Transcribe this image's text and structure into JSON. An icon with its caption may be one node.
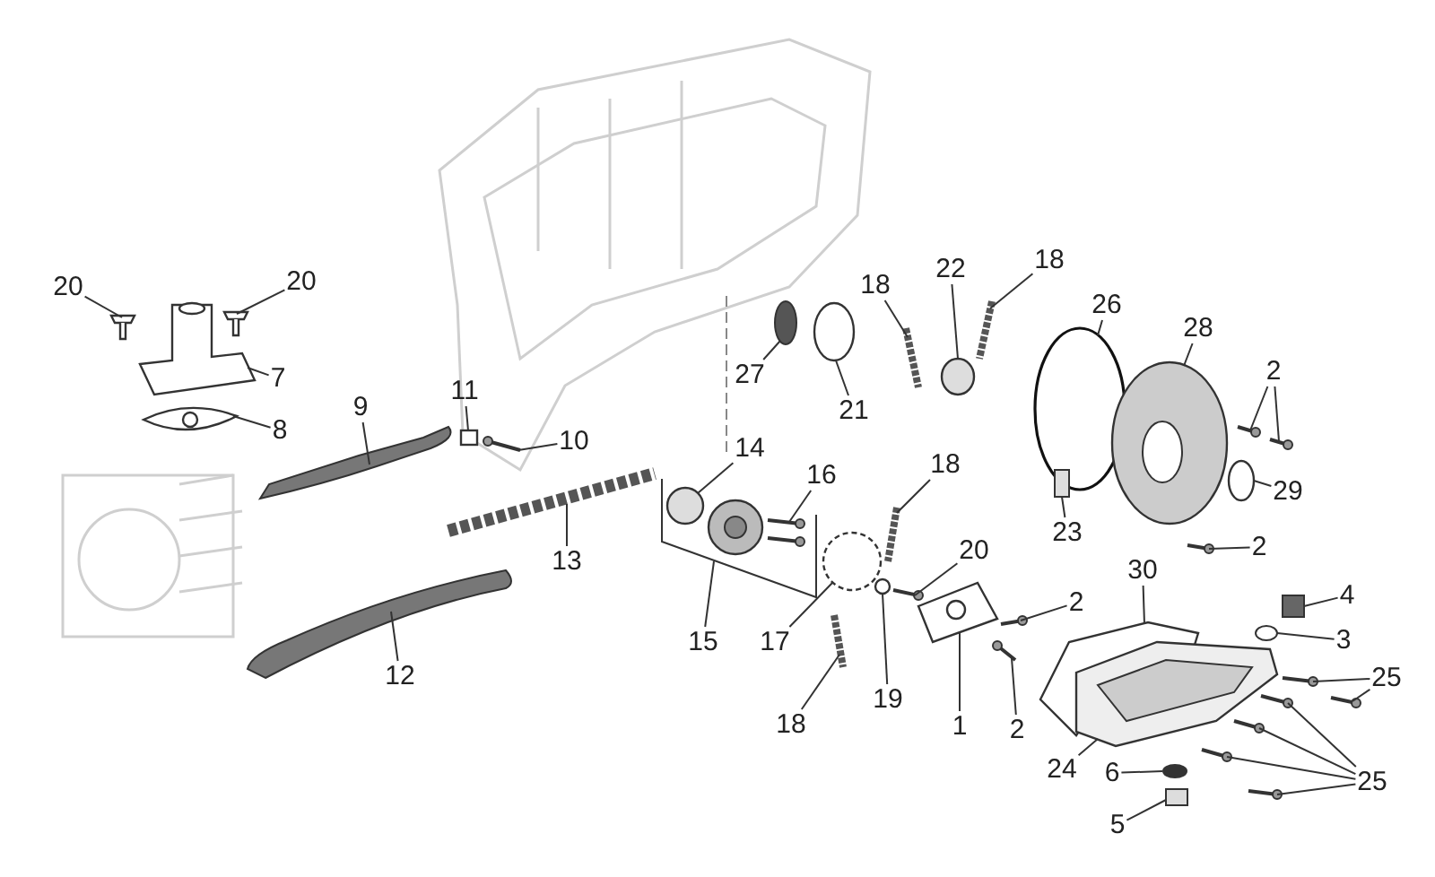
{
  "diagram": {
    "nodes": [
      {
        "text": [
          "20"
        ]
      },
      {
        "text": [
          "20"
        ]
      },
      {
        "text": [
          "7"
        ]
      },
      {
        "text": [
          "8"
        ]
      },
      {
        "text": [
          "9"
        ]
      },
      {
        "text": [
          "11"
        ]
      },
      {
        "text": [
          "10"
        ]
      },
      {
        "text": [
          "13"
        ]
      },
      {
        "text": [
          "12"
        ]
      },
      {
        "text": [
          "14"
        ]
      },
      {
        "text": [
          "16"
        ]
      },
      {
        "text": [
          "15"
        ]
      },
      {
        "text": [
          "17"
        ]
      },
      {
        "text": [
          "18"
        ]
      },
      {
        "text": [
          "18"
        ]
      },
      {
        "text": [
          "22"
        ]
      },
      {
        "text": [
          "18"
        ]
      },
      {
        "text": [
          "27"
        ]
      },
      {
        "text": [
          "21"
        ]
      },
      {
        "text": [
          "18"
        ]
      },
      {
        "text": [
          "20"
        ]
      },
      {
        "text": [
          "19"
        ]
      },
      {
        "text": [
          "1"
        ]
      },
      {
        "text": [
          "2"
        ]
      },
      {
        "text": [
          "2"
        ]
      },
      {
        "text": [
          "2"
        ]
      },
      {
        "text": [
          "26"
        ]
      },
      {
        "text": [
          "28"
        ]
      },
      {
        "text": [
          "29"
        ]
      },
      {
        "text": [
          "23"
        ]
      },
      {
        "text": [
          "2"
        ]
      },
      {
        "text": [
          "30"
        ]
      },
      {
        "text": [
          "4"
        ]
      },
      {
        "text": [
          "3"
        ]
      },
      {
        "text": [
          "25"
        ]
      },
      {
        "text": [
          "25"
        ]
      },
      {
        "text": [
          "24"
        ]
      },
      {
        "text": [
          "6"
        ]
      },
      {
        "text": [
          "5"
        ]
      },
      {
        "text": [],
        "shape": "picture"
      },
      {
        "text": [],
        "shape": "picture"
      },
      {
        "text": [],
        "shape": "picture"
      },
      {
        "text": [],
        "shape": "picture"
      },
      {
        "text": [],
        "shape": "picture"
      },
      {
        "text": [],
        "shape": "box"
      },
      {
        "text": [],
        "shape": "picture"
      },
      {
        "text": [],
        "shape": "picture"
      },
      {
        "text": [],
        "shape": "picture"
      },
      {
        "text": [],
        "shape": "circle",
        "in": 50
      },
      {
        "text": [],
        "shape": "picture",
        "in": 50
      },
      {
        "text": [],
        "shape": "picture"
      },
      {
        "text": [],
        "shape": "circle"
      },
      {
        "text": [],
        "shape": "picture"
      },
      {
        "text": [],
        "shape": "picture"
      },
      {
        "text": [],
        "shape": "circle"
      },
      {
        "text": [],
        "shape": "picture"
      },
      {
        "text": [],
        "shape": "circle"
      },
      {
        "text": [],
        "shape": "circle"
      },
      {
        "text": [],
        "shape": "picture"
      },
      {
        "text": [],
        "shape": "picture"
      },
      {
        "text": [],
        "shape": "circle"
      },
      {
        "text": [],
        "shape": "picture"
      },
      {
        "text": [],
        "shape": "picture"
      },
      {
        "text": [],
        "shape": "picture"
      },
      {
        "text": [],
        "shape": "picture"
      },
      {
        "text": [],
        "shape": "picture"
      },
      {
        "text": [],
        "shape": "circle"
      },
      {
        "text": [],
        "shape": "picture"
      },
      {
        "text": [],
        "shape": "circle"
      },
      {
        "text": [],
        "shape": "box"
      },
      {
        "text": [],
        "shape": "picture"
      },
      {
        "text": [],
        "shape": "picture"
      },
      {
        "text": [],
        "shape": "box"
      },
      {
        "text": [],
        "shape": "circle"
      },
      {
        "text": [],
        "shape": "picture"
      },
      {
        "text": [],
        "shape": "picture"
      },
      {
        "text": [],
        "shape": "picture"
      },
      {
        "text": [],
        "shape": "picture"
      },
      {
        "text": [],
        "shape": "picture"
      },
      {
        "text": [],
        "shape": "picture"
      },
      {
        "text": [],
        "shape": "picture"
      },
      {
        "text": [],
        "shape": "circle"
      },
      {
        "text": [],
        "shape": "box"
      }
    ],
    "edges": [
      {
        "from": 0,
        "to": 39,
        "arrow": "none"
      },
      {
        "from": 1,
        "to": 40,
        "arrow": "none"
      },
      {
        "from": 2,
        "to": 41,
        "arrow": "none"
      },
      {
        "from": 3,
        "to": 42,
        "arrow": "none"
      },
      {
        "from": 4,
        "to": 43,
        "arrow": "none"
      },
      {
        "from": 5,
        "to": 44,
        "arrow": "none"
      },
      {
        "from": 6,
        "to": 45,
        "arrow": "none"
      },
      {
        "from": 7,
        "to": 46,
        "arrow": "none"
      },
      {
        "from": 8,
        "to": 47,
        "arrow": "none"
      },
      {
        "from": 9,
        "to": 48,
        "arrow": "none"
      },
      {
        "from": 10,
        "to": 49,
        "arrow": "none"
      },
      {
        "from": 11,
        "to": 50,
        "arrow": "none"
      },
      {
        "from": 12,
        "to": 51,
        "arrow": "none"
      },
      {
        "from": 13,
        "to": 52,
        "arrow": "none"
      },
      {
        "from": 14,
        "to": 53,
        "arrow": "none"
      },
      {
        "from": 15,
        "to": 54,
        "arrow": "none"
      },
      {
        "from": 16,
        "to": 55,
        "arrow": "none"
      },
      {
        "from": 17,
        "to": 56,
        "arrow": "none"
      },
      {
        "from": 18,
        "to": 57,
        "arrow": "none"
      },
      {
        "from": 19,
        "to": 58,
        "arrow": "none"
      },
      {
        "from": 20,
        "to": 59,
        "arrow": "none"
      },
      {
        "from": 21,
        "to": 60,
        "arrow": "none"
      },
      {
        "from": 22,
        "to": 61,
        "arrow": "none"
      },
      {
        "from": 23,
        "to": 62,
        "arrow": "none"
      },
      {
        "from": 24,
        "to": 63,
        "arrow": "none"
      },
      {
        "from": 25,
        "to": 64,
        "arrow": "none"
      },
      {
        "from": 25,
        "to": 65,
        "arrow": "none"
      },
      {
        "from": 26,
        "to": 66,
        "arrow": "none"
      },
      {
        "from": 27,
        "to": 67,
        "arrow": "none"
      },
      {
        "from": 28,
        "to": 68,
        "arrow": "none"
      },
      {
        "from": 29,
        "to": 69,
        "arrow": "none"
      },
      {
        "from": 30,
        "to": 70,
        "arrow": "none"
      },
      {
        "from": 31,
        "to": 71,
        "arrow": "none"
      },
      {
        "from": 32,
        "to": 72,
        "arrow": "none"
      },
      {
        "from": 33,
        "to": 73,
        "arrow": "none"
      },
      {
        "from": 34,
        "to": 74,
        "arrow": "none"
      },
      {
        "from": 34,
        "to": 75,
        "arrow": "none"
      },
      {
        "from": 35,
        "to": 76,
        "arrow": "none"
      },
      {
        "from": 35,
        "to": 77,
        "arrow": "none"
      },
      {
        "from": 35,
        "to": 78,
        "arrow": "none"
      },
      {
        "from": 35,
        "to": 79,
        "arrow": "none"
      },
      {
        "from": 36,
        "to": 80,
        "arrow": "none"
      },
      {
        "from": 37,
        "to": 81,
        "arrow": "none"
      },
      {
        "from": 38,
        "to": 82,
        "arrow": "none"
      }
    ]
  }
}
